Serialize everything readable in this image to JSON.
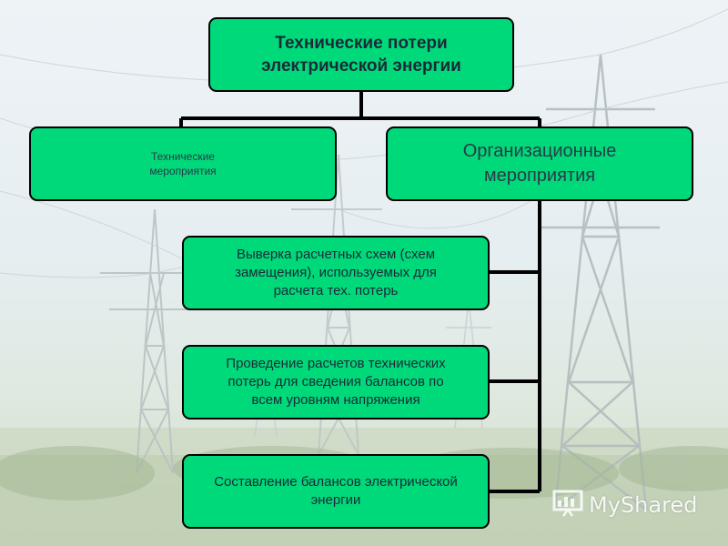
{
  "diagram": {
    "root": "Технические потери\nэлектрической энергии",
    "technical_measures": "Технические\nмероприятия",
    "organizational_measures": "Организационные\nмероприятия",
    "organizational_items": [
      "Выверка расчетных схем (схем\nзамещения), используемых для\nрасчета тех. потерь",
      "Проведение расчетов технических\nпотерь для сведения балансов по\nвсем уровням напряжения",
      "Составление балансов электрической\nэнергии"
    ]
  },
  "watermark": {
    "text": "MyShared"
  },
  "colors": {
    "box_fill": "#00d97a",
    "box_border": "#000000",
    "text": "#1a2a38"
  },
  "icons": {
    "watermark_logo": "presentation-board-icon",
    "background": "power-line-towers"
  }
}
